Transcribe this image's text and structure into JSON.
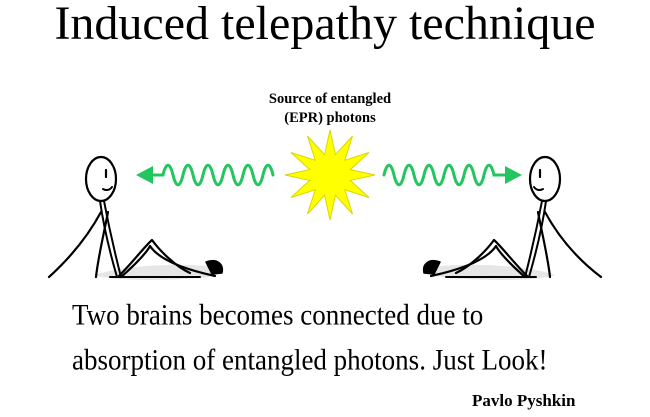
{
  "title": "Induced telepathy technique",
  "source": {
    "label_line1": "Source of entangled",
    "label_line2": "(EPR) photons"
  },
  "caption": {
    "line1": "Two brains becomes connected due to",
    "line2": "absorption of entangled photons. Just Look!"
  },
  "author": "Pavlo Pyshkin",
  "colors": {
    "photon_wave": "#22c55e",
    "source_star_fill": "#ffff00",
    "source_star_stroke": "#d8d800",
    "line": "#000000",
    "shadow": "#e6e6e6"
  }
}
